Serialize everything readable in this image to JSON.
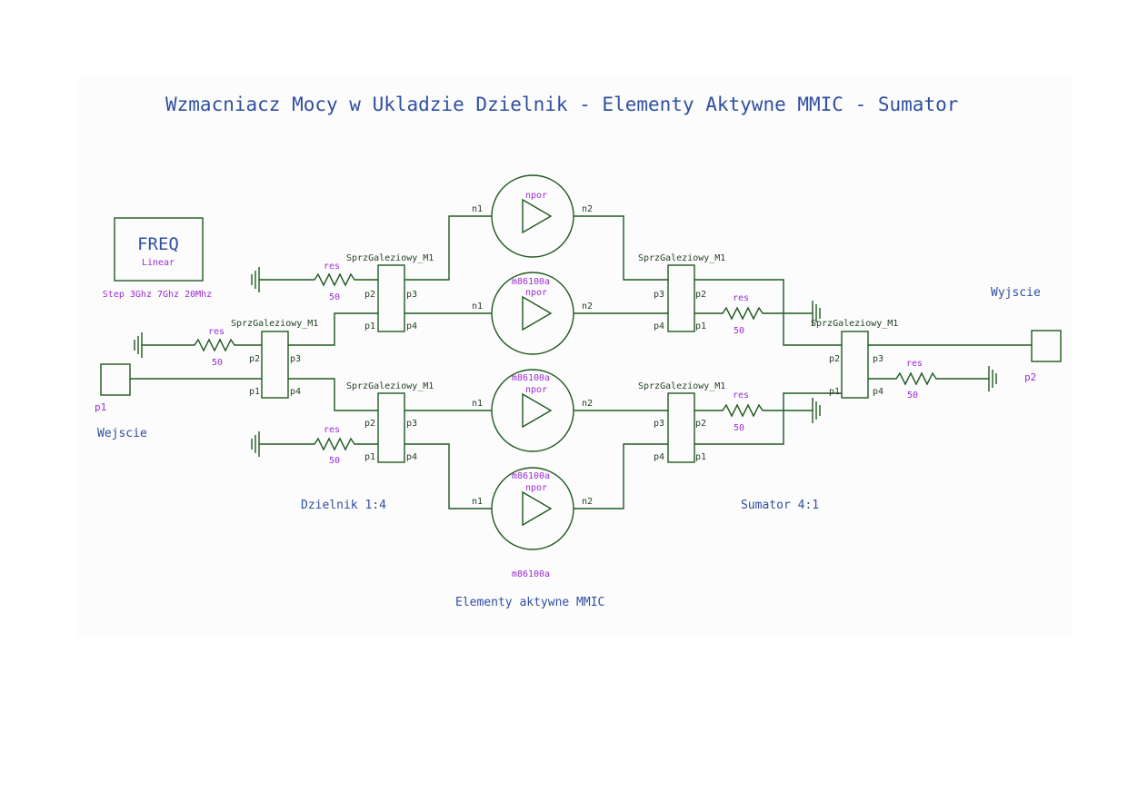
{
  "title": "Wzmacniacz Mocy w Ukladzie Dzielnik - Elementy Aktywne MMIC - Sumator",
  "freq": {
    "name": "FREQ",
    "mode": "Linear",
    "sweep": "Step 3Ghz 7Ghz 20Mhz"
  },
  "labels": {
    "input": "Wejscie",
    "output": "Wyjscie",
    "port_in": "p1",
    "port_out": "p2",
    "divider": "Dzielnik 1:4",
    "combiner": "Sumator 4:1",
    "active": "Elementy aktywne MMIC"
  },
  "components": {
    "coupler_name": "SprzGaleziowy_M1",
    "res_name": "res",
    "res_value": "50",
    "amp_name": "npor",
    "amp_model": "m86100a",
    "pin_p1": "p1",
    "pin_p2": "p2",
    "pin_p3": "p3",
    "pin_p4": "p4",
    "pin_n1": "n1",
    "pin_n2": "n2"
  },
  "colors": {
    "wire": "#1f5a1f",
    "heading": "#2f4fa0",
    "param": "#9b2bd4",
    "pin": "#1f3f1f",
    "background": "#fcfcfc"
  }
}
